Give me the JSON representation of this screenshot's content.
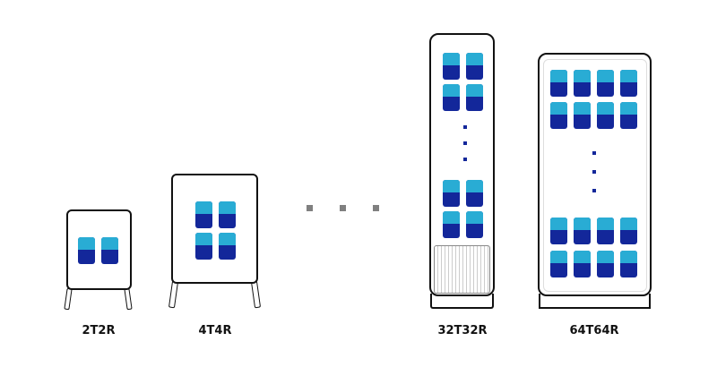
{
  "units": [
    {
      "label": "2T2R"
    },
    {
      "label": "4T4R"
    },
    {
      "label": "32T32R"
    },
    {
      "label": "64T64R"
    }
  ],
  "colors": {
    "antenna_top": "#29acd4",
    "antenna_bottom": "#13279a",
    "ellipsis": "#808080"
  }
}
